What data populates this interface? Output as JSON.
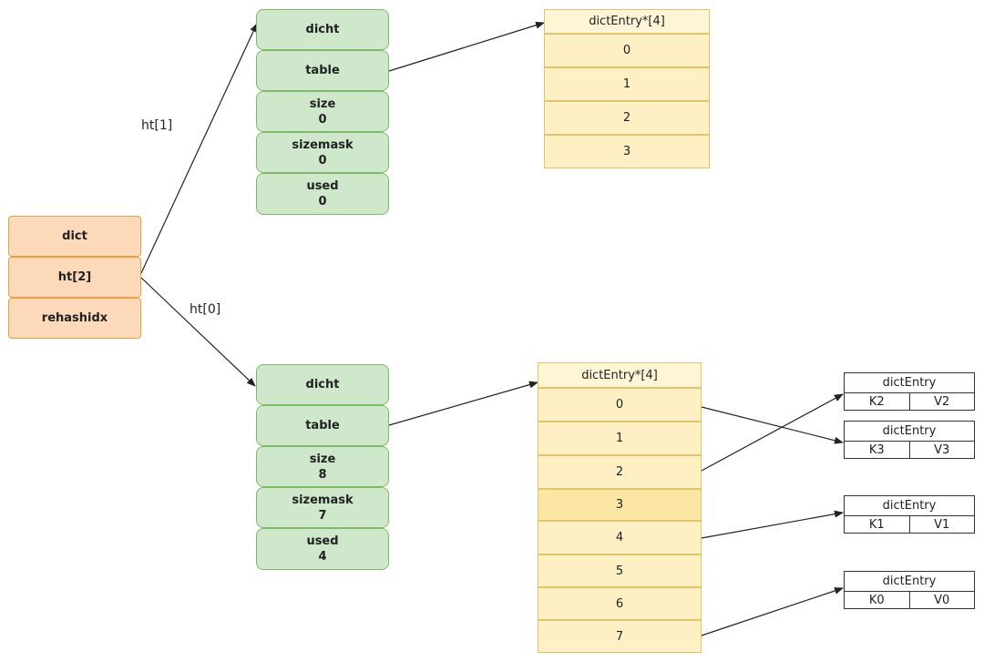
{
  "dict": {
    "fields": [
      "dict",
      "ht[2]",
      "rehashidx"
    ]
  },
  "links": {
    "ht1": "ht[1]",
    "ht0": "ht[0]"
  },
  "ht1": {
    "rows": [
      {
        "name": "dicht"
      },
      {
        "name": "table"
      },
      {
        "name": "size",
        "value": "0"
      },
      {
        "name": "sizemask",
        "value": "0"
      },
      {
        "name": "used",
        "value": "0"
      }
    ],
    "table": {
      "header": "dictEntry*[4]",
      "cells": [
        "0",
        "1",
        "2",
        "3"
      ]
    }
  },
  "ht0": {
    "rows": [
      {
        "name": "dicht"
      },
      {
        "name": "table"
      },
      {
        "name": "size",
        "value": "8"
      },
      {
        "name": "sizemask",
        "value": "7"
      },
      {
        "name": "used",
        "value": "4"
      }
    ],
    "table": {
      "header": "dictEntry*[4]",
      "cells": [
        "0",
        "1",
        "2",
        "3",
        "4",
        "5",
        "6",
        "7"
      ]
    }
  },
  "entries": [
    {
      "title": "dictEntry",
      "key": "K2",
      "value": "V2"
    },
    {
      "title": "dictEntry",
      "key": "K3",
      "value": "V3"
    },
    {
      "title": "dictEntry",
      "key": "K1",
      "value": "V1"
    },
    {
      "title": "dictEntry",
      "key": "K0",
      "value": "V0"
    }
  ],
  "colors": {
    "dict_fill": "#fcd9b8",
    "dict_stroke": "#e9a23b",
    "dicht_fill": "#cfe8cc",
    "dicht_stroke": "#7dbb6b",
    "array_fill": "#fdf0c4",
    "array_stroke": "#e3c468",
    "line": "#222222"
  }
}
